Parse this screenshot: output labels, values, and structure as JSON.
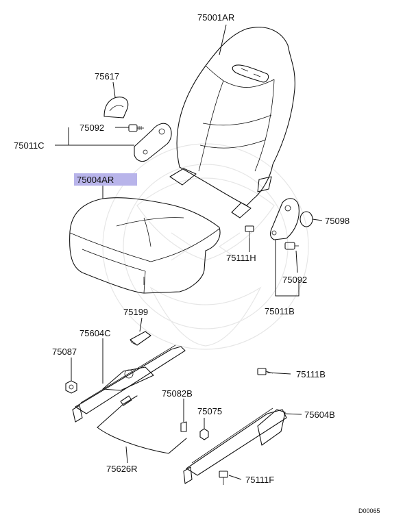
{
  "labels": {
    "p75001AR": "75001AR",
    "p75617": "75617",
    "p75092_top": "75092",
    "p75011C": "75011C",
    "p75004AR": "75004AR",
    "p75098": "75098",
    "p75111H": "75111H",
    "p75092_right": "75092",
    "p75011B": "75011B",
    "p75199": "75199",
    "p75604C": "75604C",
    "p75087": "75087",
    "p75111B": "75111B",
    "p75082B": "75082B",
    "p75075": "75075",
    "p75604B": "75604B",
    "p75626R": "75626R",
    "p75111F": "75111F"
  },
  "highlight_color": "#b8b4ea",
  "diagram_ref": "D00065"
}
